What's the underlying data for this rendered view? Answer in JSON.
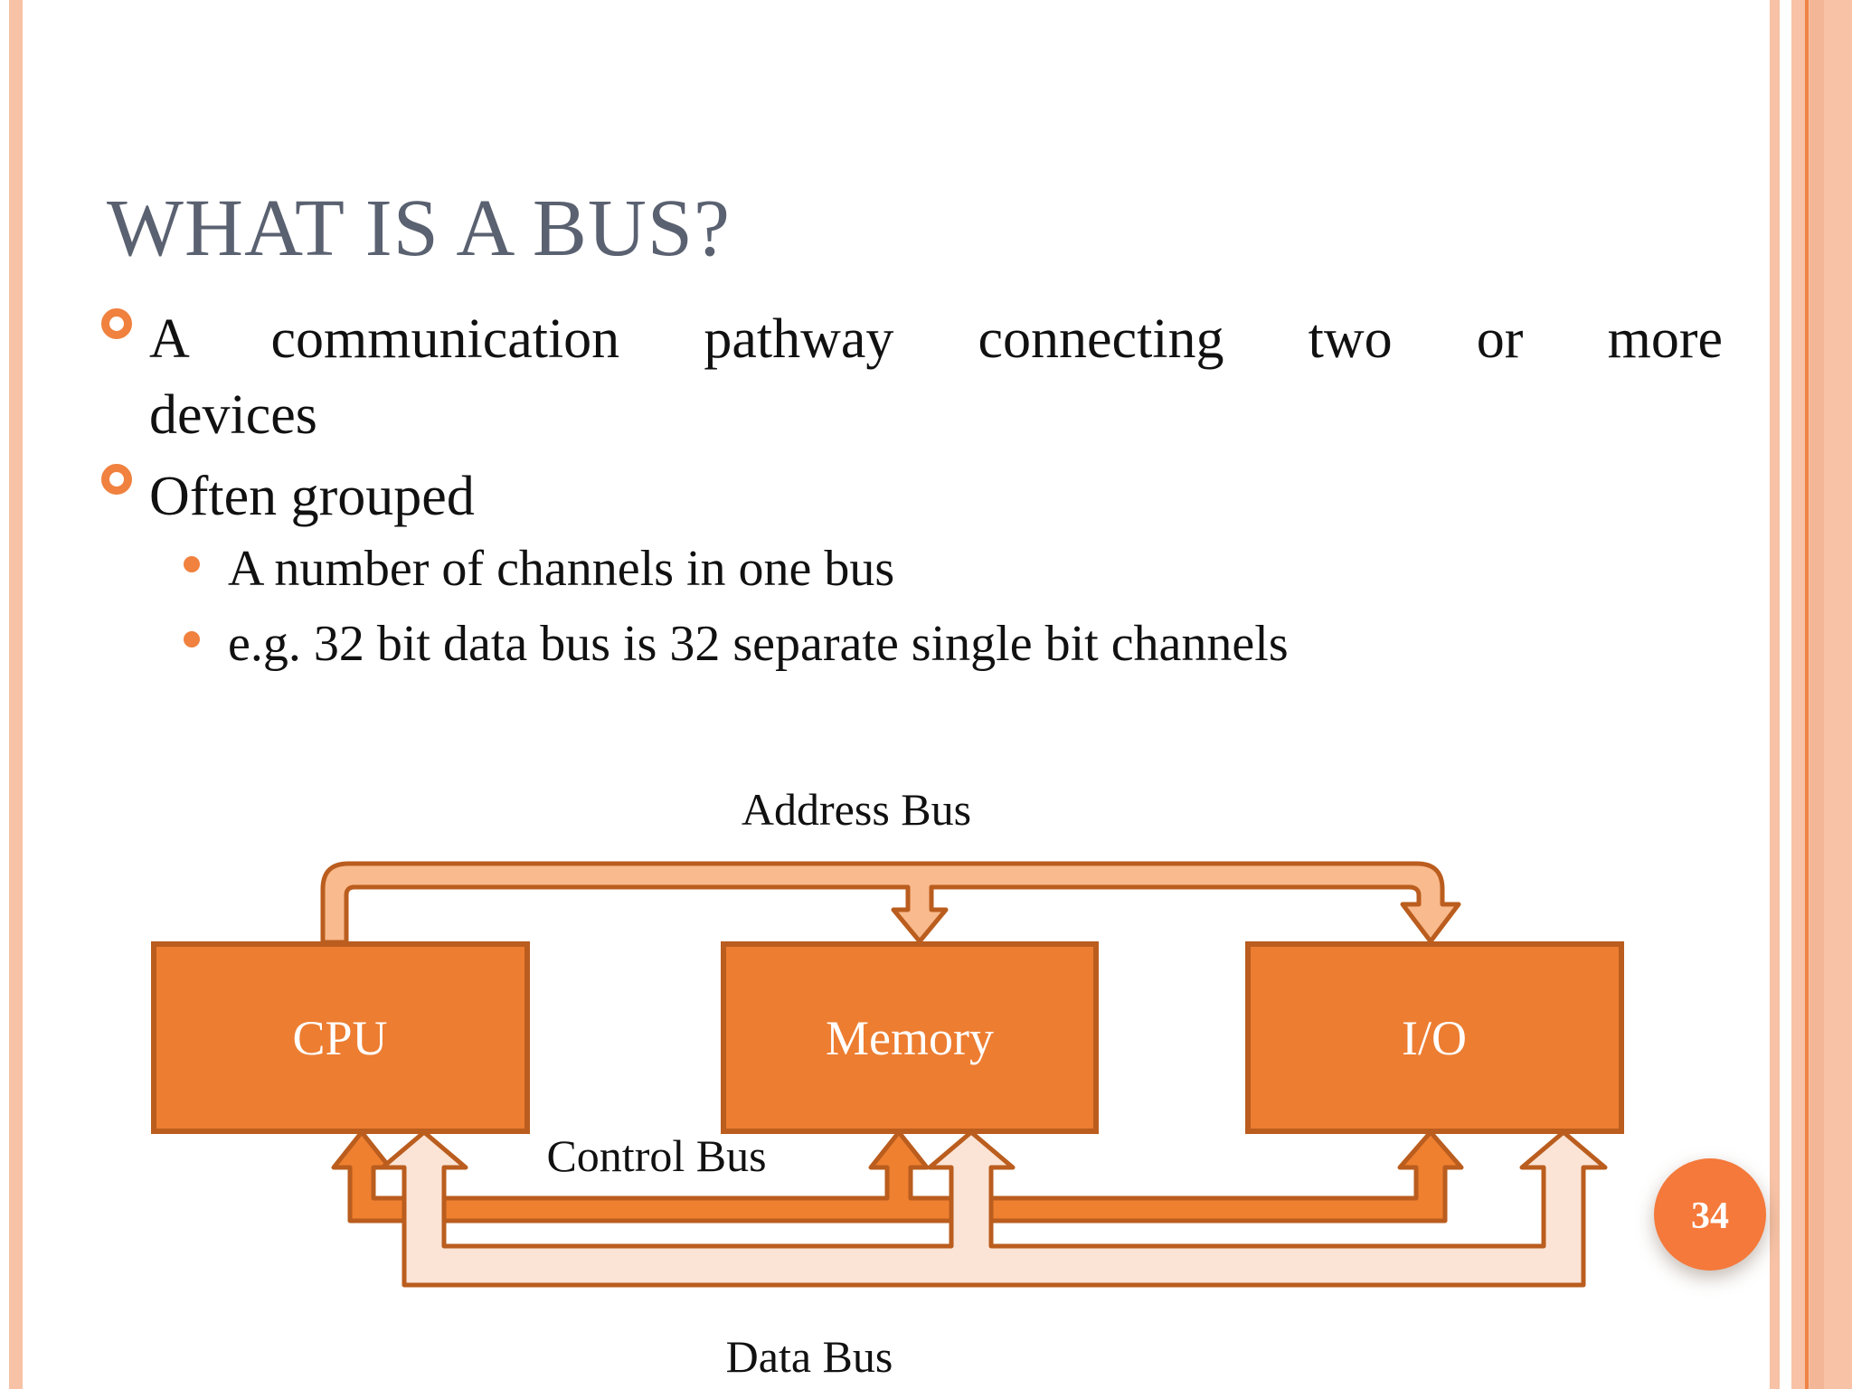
{
  "slide": {
    "title": "WHAT IS A BUS?",
    "page_number": "34",
    "bullets": [
      {
        "level": 1,
        "lines": [
          "A communication pathway connecting two or more",
          "devices"
        ]
      },
      {
        "level": 1,
        "lines": [
          "Often grouped"
        ]
      },
      {
        "level": 2,
        "lines": [
          "A number of channels in one bus"
        ]
      },
      {
        "level": 2,
        "lines": [
          "e.g. 32 bit data bus is 32 separate single bit channels"
        ]
      }
    ]
  },
  "diagram": {
    "bus_labels": {
      "address": "Address Bus",
      "control": "Control Bus",
      "data": "Data Bus"
    },
    "boxes": [
      {
        "label": "CPU"
      },
      {
        "label": "Memory"
      },
      {
        "label": "I/O"
      }
    ]
  },
  "colors": {
    "title_text": "#5a6170",
    "body_text": "#111111",
    "bullet_accent": "#f0813e",
    "box_fill": "#ed7d31",
    "outline": "#ba5d1e",
    "address_bus_fill": "#f9ba8d",
    "control_bus_fill": "#ef8030",
    "data_bus_fill": "#fbe4d5",
    "edge_stripe": "#f7c2a5",
    "edge_stripe_line": "#ef8445",
    "page_badge_fill": "#f4793b"
  }
}
